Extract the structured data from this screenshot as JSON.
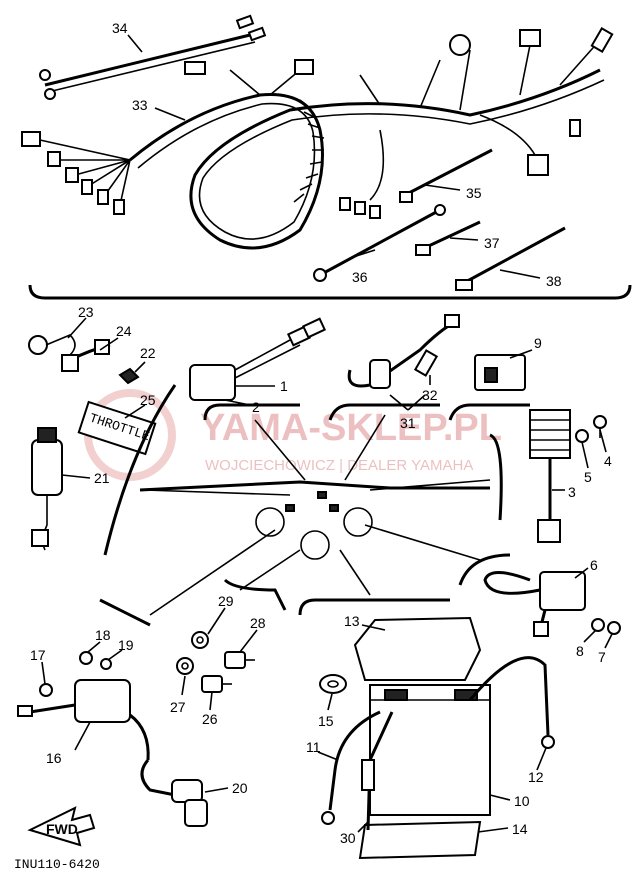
{
  "watermark": {
    "title": "YAMA-SKLEP.PL",
    "subtitle": "WOJCIECHOWICZ | DEALER YAMAHA",
    "color": "#e9b6b6"
  },
  "footer_code": "INU110-6420",
  "fwd_label": "FWD",
  "label_25_text": "THROTTLE",
  "callouts": [
    "1",
    "2",
    "3",
    "4",
    "5",
    "6",
    "7",
    "8",
    "9",
    "10",
    "11",
    "12",
    "13",
    "14",
    "15",
    "16",
    "17",
    "18",
    "19",
    "20",
    "21",
    "22",
    "23",
    "24",
    "25",
    "26",
    "27",
    "28",
    "29",
    "30",
    "31",
    "32",
    "33",
    "34",
    "35",
    "36",
    "37",
    "38"
  ]
}
